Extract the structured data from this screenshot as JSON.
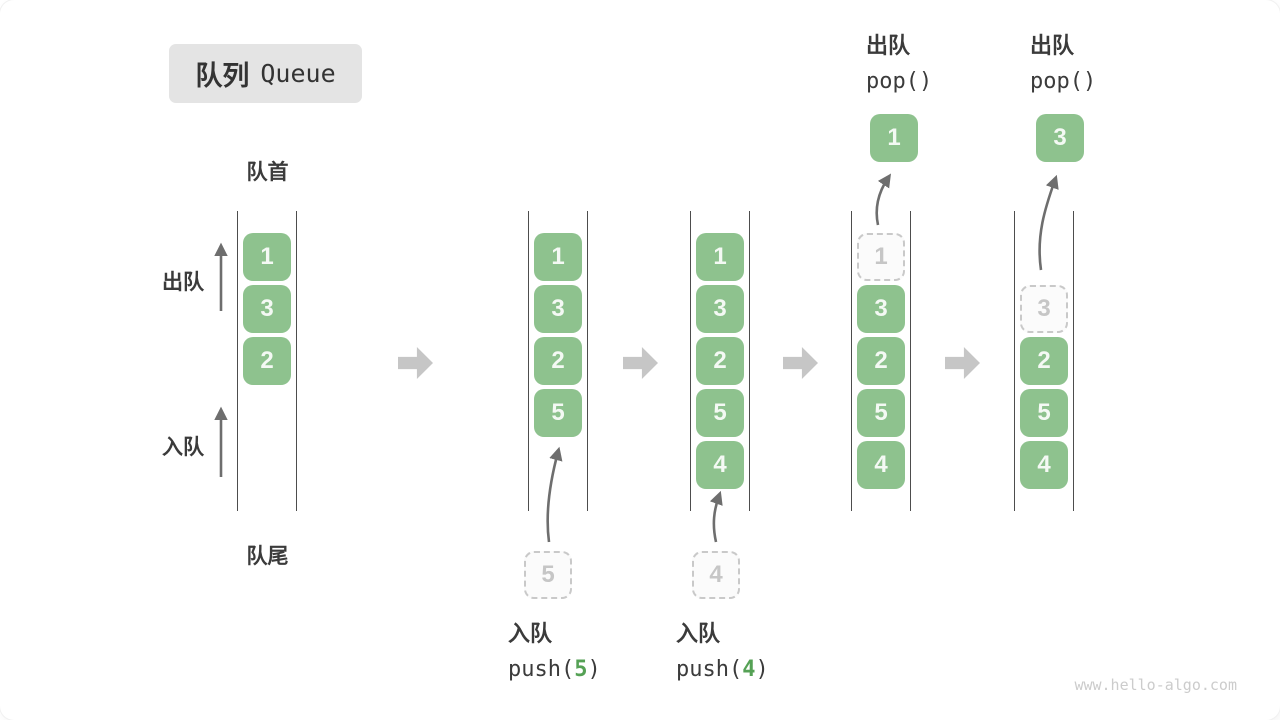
{
  "title": {
    "zh": "队列",
    "en": "Queue"
  },
  "labels": {
    "front": "队首",
    "rear": "队尾",
    "dequeue": "出队",
    "enqueue": "入队"
  },
  "queue_states": [
    {
      "boxes": [
        {
          "value": "1",
          "style": "filled",
          "slot": 0
        },
        {
          "value": "3",
          "style": "filled",
          "slot": 1
        },
        {
          "value": "2",
          "style": "filled",
          "slot": 2
        }
      ]
    },
    {
      "boxes": [
        {
          "value": "1",
          "style": "filled",
          "slot": 0
        },
        {
          "value": "3",
          "style": "filled",
          "slot": 1
        },
        {
          "value": "2",
          "style": "filled",
          "slot": 2
        },
        {
          "value": "5",
          "style": "filled",
          "slot": 3
        }
      ]
    },
    {
      "boxes": [
        {
          "value": "1",
          "style": "filled",
          "slot": 0
        },
        {
          "value": "3",
          "style": "filled",
          "slot": 1
        },
        {
          "value": "2",
          "style": "filled",
          "slot": 2
        },
        {
          "value": "5",
          "style": "filled",
          "slot": 3
        },
        {
          "value": "4",
          "style": "filled",
          "slot": 4
        }
      ]
    },
    {
      "boxes": [
        {
          "value": "1",
          "style": "dashed",
          "slot": 0
        },
        {
          "value": "3",
          "style": "filled",
          "slot": 1
        },
        {
          "value": "2",
          "style": "filled",
          "slot": 2
        },
        {
          "value": "5",
          "style": "filled",
          "slot": 3
        },
        {
          "value": "4",
          "style": "filled",
          "slot": 4
        }
      ]
    },
    {
      "boxes": [
        {
          "value": "3",
          "style": "dashed",
          "slot": 1
        },
        {
          "value": "2",
          "style": "filled",
          "slot": 2
        },
        {
          "value": "5",
          "style": "filled",
          "slot": 3
        },
        {
          "value": "4",
          "style": "filled",
          "slot": 4
        }
      ]
    }
  ],
  "operations": {
    "push1": {
      "label": "入队",
      "fn": "push(",
      "arg": "5",
      "close": ")",
      "staged_value": "5"
    },
    "push2": {
      "label": "入队",
      "fn": "push(",
      "arg": "4",
      "close": ")",
      "staged_value": "4"
    },
    "pop1": {
      "label": "出队",
      "code": "pop()",
      "result_value": "1"
    },
    "pop2": {
      "label": "出队",
      "code": "pop()",
      "result_value": "3"
    }
  },
  "watermark": "www.hello-algo.com",
  "colors": {
    "box_green": "#8ec28e",
    "code_arg_green": "#55a155",
    "step_arrow_gray": "#c6c6c6",
    "text_dark": "#3b3b3b",
    "dashed_gray": "#c9c9c9",
    "title_bg": "#e4e4e4"
  }
}
